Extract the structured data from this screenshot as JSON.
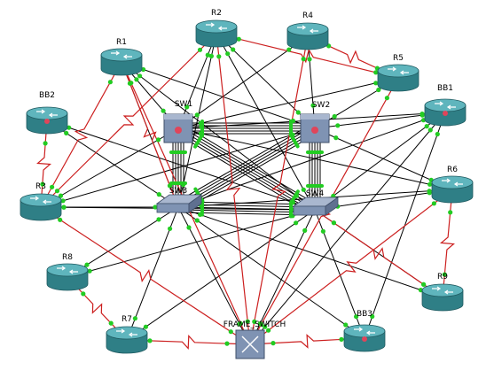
{
  "colors": {
    "background": "#ffffff",
    "ethernet_link": "#000000",
    "serial_link": "#cc1f1f",
    "port_up": "#22cc22",
    "router_body": "#2f7f86",
    "switch_body": "#7f93b3"
  },
  "nodes": [
    {
      "id": "R1",
      "label": "R1",
      "kind": "router",
      "icon": "router-icon"
    },
    {
      "id": "R2",
      "label": "R2",
      "kind": "router",
      "icon": "router-icon"
    },
    {
      "id": "R4",
      "label": "R4",
      "kind": "router",
      "icon": "router-icon"
    },
    {
      "id": "R5",
      "label": "R5",
      "kind": "router",
      "icon": "router-icon"
    },
    {
      "id": "BB2",
      "label": "BB2",
      "kind": "backbone",
      "icon": "backbone-router-icon"
    },
    {
      "id": "BB1",
      "label": "BB1",
      "kind": "backbone",
      "icon": "backbone-router-icon"
    },
    {
      "id": "SW1",
      "label": "SW1",
      "kind": "l3switch",
      "icon": "multilayer-switch-icon"
    },
    {
      "id": "SW2",
      "label": "SW2",
      "kind": "l3switch",
      "icon": "multilayer-switch-icon"
    },
    {
      "id": "R3",
      "label": "R3",
      "kind": "router",
      "icon": "router-icon"
    },
    {
      "id": "SW3",
      "label": "SW3",
      "kind": "l2switch",
      "icon": "workgroup-switch-icon"
    },
    {
      "id": "SW4",
      "label": "SW4",
      "kind": "l2switch",
      "icon": "workgroup-switch-icon"
    },
    {
      "id": "R6",
      "label": "R6",
      "kind": "router",
      "icon": "router-icon"
    },
    {
      "id": "R8",
      "label": "R8",
      "kind": "router",
      "icon": "router-icon"
    },
    {
      "id": "R9",
      "label": "R9",
      "kind": "router",
      "icon": "router-icon"
    },
    {
      "id": "R7",
      "label": "R7",
      "kind": "router",
      "icon": "router-icon"
    },
    {
      "id": "FS",
      "label": "FRAME_SWITCH",
      "kind": "frameswitch",
      "icon": "frame-relay-switch-icon"
    },
    {
      "id": "BB3",
      "label": "BB3",
      "kind": "backbone",
      "icon": "backbone-router-icon"
    }
  ],
  "ethernet_links": [
    [
      "R1",
      "SW1"
    ],
    [
      "R1",
      "SW2"
    ],
    [
      "R1",
      "SW3"
    ],
    [
      "R1",
      "SW4"
    ],
    [
      "R2",
      "SW1"
    ],
    [
      "R2",
      "SW2"
    ],
    [
      "R2",
      "SW3"
    ],
    [
      "R2",
      "SW4"
    ],
    [
      "R4",
      "SW1"
    ],
    [
      "R4",
      "SW2"
    ],
    [
      "R5",
      "SW1"
    ],
    [
      "R5",
      "SW2"
    ],
    [
      "BB2",
      "SW3"
    ],
    [
      "BB2",
      "SW4"
    ],
    [
      "BB1",
      "SW1"
    ],
    [
      "BB1",
      "SW2"
    ],
    [
      "BB1",
      "SW3"
    ],
    [
      "BB1",
      "SW4"
    ],
    [
      "BB1",
      "FS"
    ],
    [
      "R3",
      "SW1"
    ],
    [
      "R3",
      "SW2"
    ],
    [
      "R3",
      "SW3"
    ],
    [
      "R3",
      "SW4"
    ],
    [
      "R6",
      "SW1"
    ],
    [
      "R6",
      "SW2"
    ],
    [
      "R6",
      "SW3"
    ],
    [
      "R6",
      "SW4"
    ],
    [
      "R8",
      "SW3"
    ],
    [
      "R8",
      "SW4"
    ],
    [
      "R9",
      "SW3"
    ],
    [
      "R9",
      "SW4"
    ],
    [
      "R7",
      "SW3"
    ],
    [
      "R7",
      "SW4"
    ],
    [
      "BB3",
      "SW3"
    ],
    [
      "BB3",
      "SW4"
    ],
    [
      "BB3",
      "BB1"
    ],
    [
      "FS",
      "SW3"
    ],
    [
      "FS",
      "SW4"
    ]
  ],
  "trunk_bundles": [
    [
      "SW1",
      "SW2"
    ],
    [
      "SW3",
      "SW4"
    ],
    [
      "SW1",
      "SW3"
    ],
    [
      "SW2",
      "SW4"
    ],
    [
      "SW1",
      "SW4"
    ],
    [
      "SW2",
      "SW3"
    ]
  ],
  "serial_links": [
    [
      "R1",
      "R3"
    ],
    [
      "R1",
      "FS"
    ],
    [
      "R1",
      "SW3"
    ],
    [
      "R2",
      "R3"
    ],
    [
      "R2",
      "FS"
    ],
    [
      "R2",
      "R5"
    ],
    [
      "R4",
      "FS"
    ],
    [
      "R4",
      "R5"
    ],
    [
      "R5",
      "FS"
    ],
    [
      "BB2",
      "R3"
    ],
    [
      "R3",
      "FS"
    ],
    [
      "R6",
      "R9"
    ],
    [
      "R6",
      "FS"
    ],
    [
      "R8",
      "R7"
    ],
    [
      "R7",
      "FS"
    ],
    [
      "BB3",
      "FS"
    ],
    [
      "R9",
      "SW4"
    ]
  ]
}
